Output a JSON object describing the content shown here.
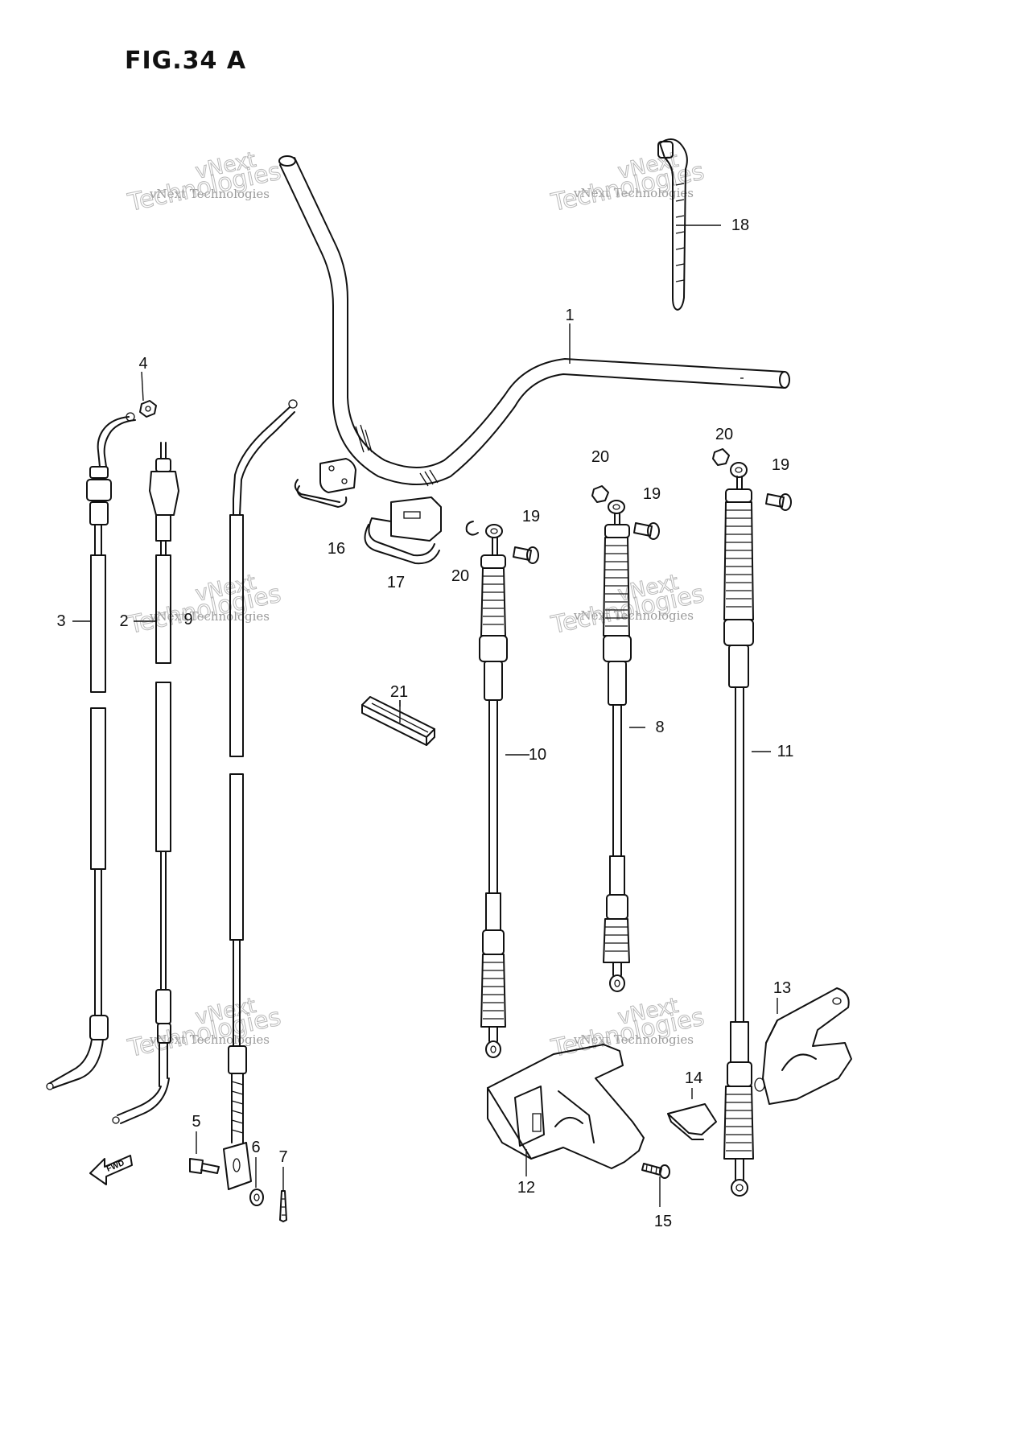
{
  "figure": {
    "title": "FIG.34 A"
  },
  "watermark": {
    "small": "vNext Technologies",
    "line1": "vNext",
    "line2": "Technologies"
  },
  "direction_marker": {
    "label": "FWD"
  },
  "parts": [
    {
      "ref": "1",
      "name": "handlebar"
    },
    {
      "ref": "2",
      "name": "cable"
    },
    {
      "ref": "3",
      "name": "cable"
    },
    {
      "ref": "4",
      "name": "nut"
    },
    {
      "ref": "5",
      "name": "bolt"
    },
    {
      "ref": "6",
      "name": "washer"
    },
    {
      "ref": "7",
      "name": "cotter-pin"
    },
    {
      "ref": "8",
      "name": "shift-cable"
    },
    {
      "ref": "9",
      "name": "cable"
    },
    {
      "ref": "10",
      "name": "shift-cable"
    },
    {
      "ref": "11",
      "name": "shift-cable"
    },
    {
      "ref": "12",
      "name": "cable-bracket"
    },
    {
      "ref": "13",
      "name": "cable-bracket"
    },
    {
      "ref": "14",
      "name": "clamp"
    },
    {
      "ref": "15",
      "name": "screw"
    },
    {
      "ref": "16",
      "name": "holder"
    },
    {
      "ref": "17",
      "name": "holder"
    },
    {
      "ref": "18",
      "name": "tie-band"
    },
    {
      "ref": "19",
      "name": "pin"
    },
    {
      "ref": "20",
      "name": "clip"
    },
    {
      "ref": "21",
      "name": "grip-pad"
    }
  ],
  "callouts": {
    "c1": "1",
    "c2": "2",
    "c3": "3",
    "c4": "4",
    "c5": "5",
    "c6": "6",
    "c7": "7",
    "c8": "8",
    "c9": "9",
    "c10": "10",
    "c11": "11",
    "c12": "12",
    "c13": "13",
    "c14": "14",
    "c15": "15",
    "c16": "16",
    "c17": "17",
    "c18": "18",
    "c19a": "19",
    "c19b": "19",
    "c19c": "19",
    "c20a": "20",
    "c20b": "20",
    "c20c": "20",
    "c21": "21"
  }
}
